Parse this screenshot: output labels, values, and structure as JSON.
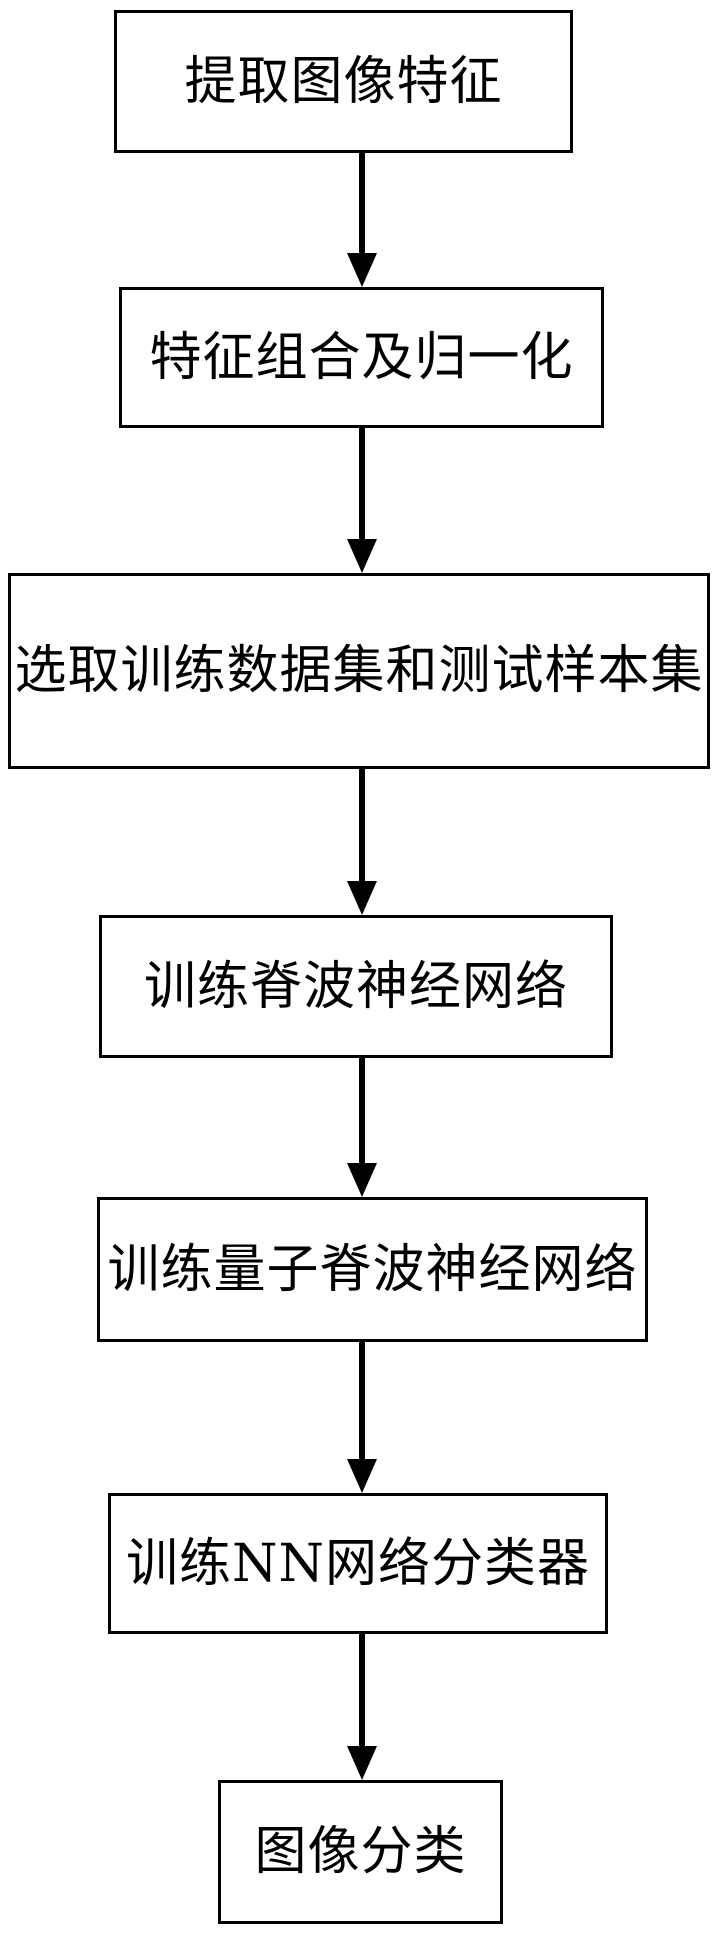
{
  "diagram": {
    "type": "flowchart",
    "direction": "top-down",
    "colors": {
      "background": "#ffffff",
      "box_border": "#000000",
      "text": "#000000",
      "arrow": "#000000"
    },
    "steps": [
      {
        "id": 1,
        "label": "提取图像特征"
      },
      {
        "id": 2,
        "label": "特征组合及归一化"
      },
      {
        "id": 3,
        "label": "选取训练数据集和测试样本集"
      },
      {
        "id": 4,
        "label": "训练脊波神经网络"
      },
      {
        "id": 5,
        "label": "训练量子脊波神经网络"
      },
      {
        "id": 6,
        "label": "训练NN网络分类器"
      },
      {
        "id": 7,
        "label": "图像分类"
      }
    ],
    "connections": [
      {
        "from": 1,
        "to": 2
      },
      {
        "from": 2,
        "to": 3
      },
      {
        "from": 3,
        "to": 4
      },
      {
        "from": 4,
        "to": 5
      },
      {
        "from": 5,
        "to": 6
      },
      {
        "from": 6,
        "to": 7
      }
    ]
  }
}
